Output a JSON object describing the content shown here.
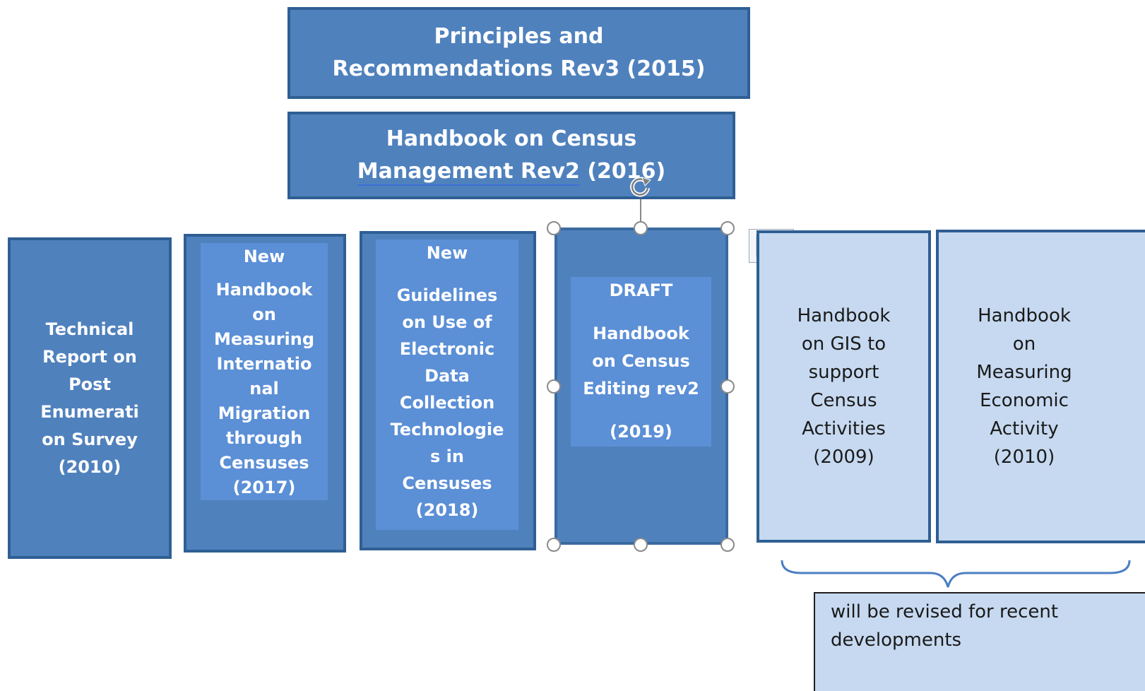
{
  "top_box": {
    "line1": "Principles and",
    "line2": "Recommendations Rev3 (2015)"
  },
  "second_box": {
    "line1": "Handbook on Census",
    "line2a": "Management  Rev2",
    "line2b": " (2016)"
  },
  "columns": {
    "technical": [
      "Technical",
      "Report on",
      "Post",
      "Enumerati",
      "on Survey",
      "(2010)"
    ],
    "migration": {
      "label": "New",
      "lines": [
        "Handbook",
        "on",
        "Measuring",
        "Internatio",
        "nal",
        "Migration",
        "through",
        "Censuses",
        "(2017)"
      ]
    },
    "guidelines": {
      "label": "New",
      "lines": [
        "Guidelines",
        "on Use of",
        "Electronic",
        "Data",
        "Collection",
        "Technologie",
        "s in",
        "Censuses",
        "(2018)"
      ]
    },
    "editing": {
      "label": "DRAFT",
      "lines": [
        "Handbook",
        "on Census",
        "Editing rev2"
      ],
      "year": "(2019)"
    },
    "gis": [
      "Handbook",
      "on GIS to",
      "support",
      "Census",
      "Activities",
      "(2009)"
    ],
    "economic": [
      "Handbook",
      "on",
      "Measuring",
      "Economic",
      "Activity",
      "(2010)"
    ]
  },
  "note": {
    "line1": "will be revised for recent",
    "line2": "developments"
  },
  "icons": {
    "rotate": "rotate-handle-icon",
    "layout": "layout-options-icon"
  },
  "colors": {
    "dark_fill": "#4f81bd",
    "inner_fill": "#5b8fd6",
    "light_fill": "#c6d9f0",
    "border": "#2f5f93"
  }
}
